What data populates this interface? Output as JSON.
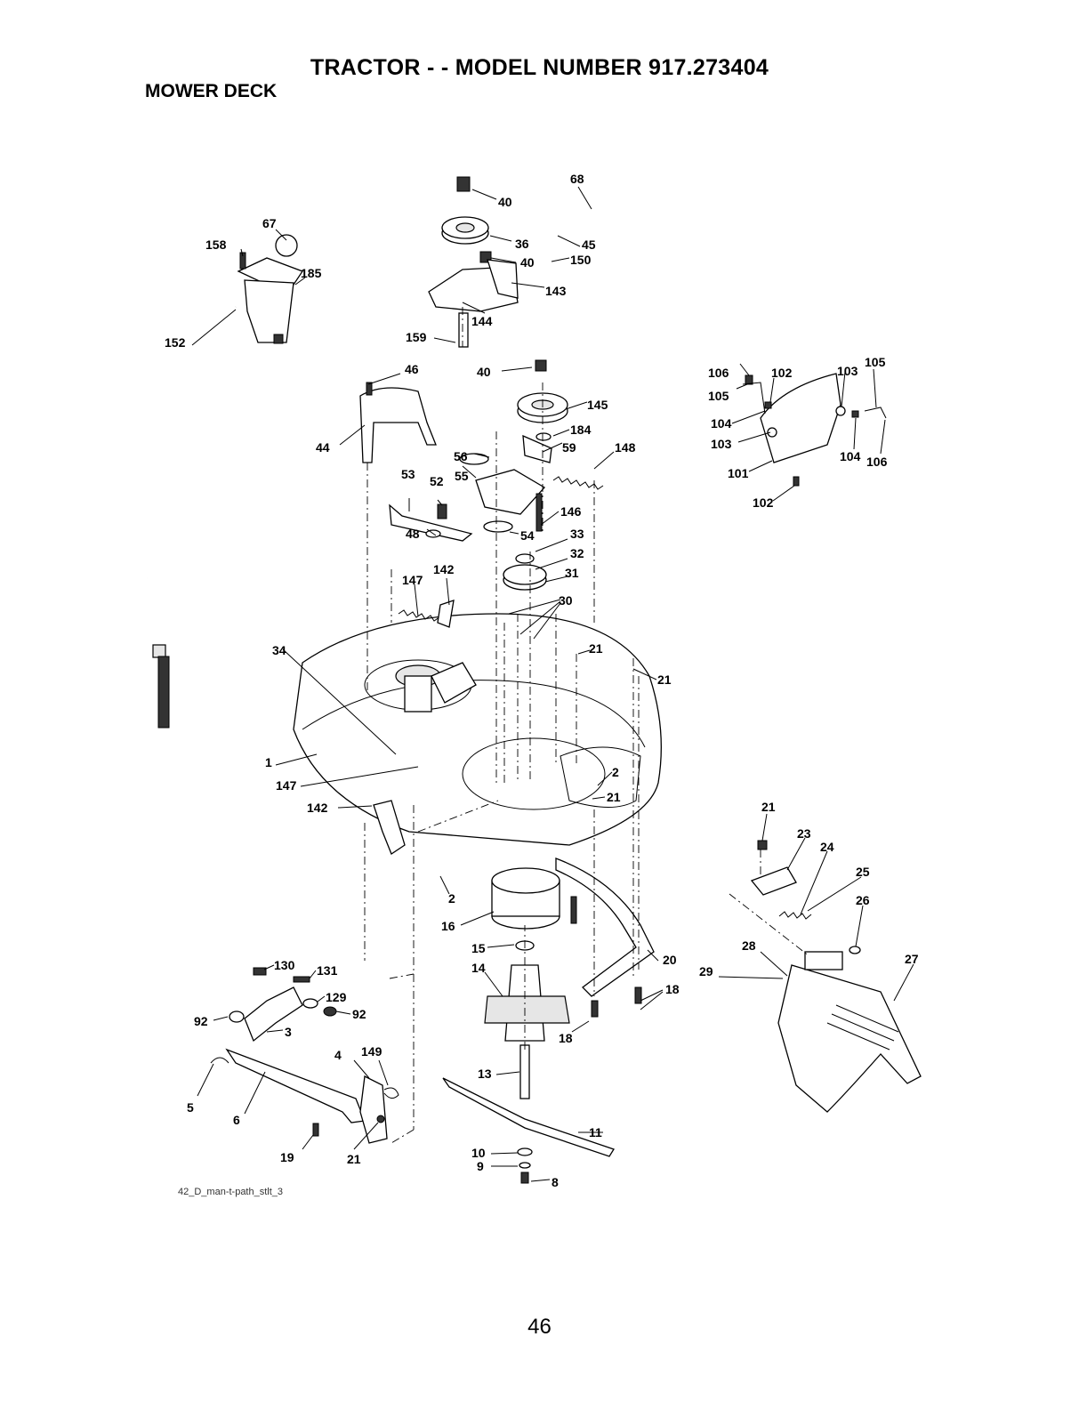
{
  "header": {
    "title": "TRACTOR - - MODEL NUMBER 917.273404",
    "section": "MOWER DECK"
  },
  "diagram": {
    "code": "42_D_man-t-path_stlt_3",
    "callouts": [
      "40",
      "36",
      "40",
      "143",
      "144",
      "45",
      "150",
      "159",
      "40",
      "145",
      "184",
      "46",
      "44",
      "59",
      "148",
      "56",
      "55",
      "53",
      "52",
      "146",
      "48",
      "54",
      "33",
      "32",
      "31",
      "30",
      "147",
      "142",
      "21",
      "21",
      "34",
      "1",
      "147",
      "142",
      "2",
      "21",
      "2",
      "16",
      "15",
      "14",
      "20",
      "18",
      "18",
      "13",
      "11",
      "10",
      "9",
      "8",
      "130",
      "131",
      "129",
      "92",
      "92",
      "3",
      "4",
      "149",
      "5",
      "6",
      "19",
      "21",
      "67",
      "158",
      "185",
      "152",
      "68",
      "106",
      "105",
      "104",
      "103",
      "101",
      "102",
      "102",
      "103",
      "105",
      "104",
      "106",
      "21",
      "23",
      "24",
      "25",
      "26",
      "28",
      "29",
      "27"
    ]
  },
  "footer": {
    "page_number": "46"
  }
}
